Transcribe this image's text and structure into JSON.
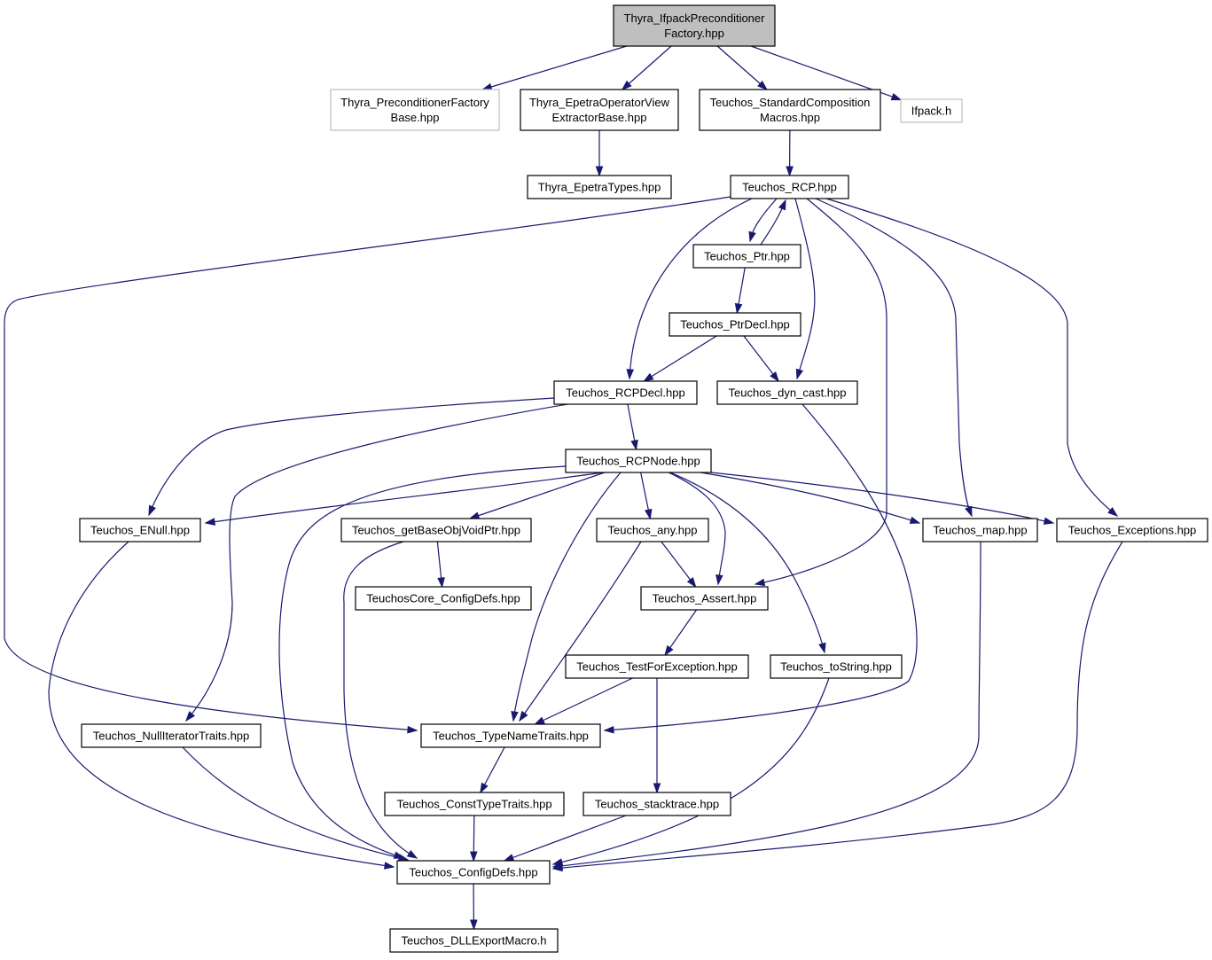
{
  "colors": {
    "edge": "#191970",
    "node_border": "#000000",
    "external_node_border": "#bfbfbf",
    "root_fill": "#bfbfbf",
    "background": "#ffffff"
  },
  "nodes": {
    "root": {
      "lines": [
        "Thyra_IfpackPreconditioner",
        "Factory.hpp"
      ],
      "kind": "root"
    },
    "precfactory": {
      "lines": [
        "Thyra_PreconditionerFactory",
        "Base.hpp"
      ],
      "kind": "external"
    },
    "opview": {
      "lines": [
        "Thyra_EpetraOperatorView",
        "ExtractorBase.hpp"
      ],
      "kind": "normal"
    },
    "stdcomp": {
      "lines": [
        "Teuchos_StandardComposition",
        "Macros.hpp"
      ],
      "kind": "normal"
    },
    "ifpack": {
      "lines": [
        "Ifpack.h"
      ],
      "kind": "external"
    },
    "epetratypes": {
      "lines": [
        "Thyra_EpetraTypes.hpp"
      ],
      "kind": "normal"
    },
    "rcp": {
      "lines": [
        "Teuchos_RCP.hpp"
      ],
      "kind": "normal"
    },
    "ptr": {
      "lines": [
        "Teuchos_Ptr.hpp"
      ],
      "kind": "normal"
    },
    "ptrdecl": {
      "lines": [
        "Teuchos_PtrDecl.hpp"
      ],
      "kind": "normal"
    },
    "rcpdecl": {
      "lines": [
        "Teuchos_RCPDecl.hpp"
      ],
      "kind": "normal"
    },
    "dyncast": {
      "lines": [
        "Teuchos_dyn_cast.hpp"
      ],
      "kind": "normal"
    },
    "rcpnode": {
      "lines": [
        "Teuchos_RCPNode.hpp"
      ],
      "kind": "normal"
    },
    "enull": {
      "lines": [
        "Teuchos_ENull.hpp"
      ],
      "kind": "normal"
    },
    "getbase": {
      "lines": [
        "Teuchos_getBaseObjVoidPtr.hpp"
      ],
      "kind": "normal"
    },
    "any": {
      "lines": [
        "Teuchos_any.hpp"
      ],
      "kind": "normal"
    },
    "map": {
      "lines": [
        "Teuchos_map.hpp"
      ],
      "kind": "normal"
    },
    "exceptions": {
      "lines": [
        "Teuchos_Exceptions.hpp"
      ],
      "kind": "normal"
    },
    "coreconfig": {
      "lines": [
        "TeuchosCore_ConfigDefs.hpp"
      ],
      "kind": "normal"
    },
    "assert": {
      "lines": [
        "Teuchos_Assert.hpp"
      ],
      "kind": "normal"
    },
    "testforexc": {
      "lines": [
        "Teuchos_TestForException.hpp"
      ],
      "kind": "normal"
    },
    "tostring": {
      "lines": [
        "Teuchos_toString.hpp"
      ],
      "kind": "normal"
    },
    "nulliter": {
      "lines": [
        "Teuchos_NullIteratorTraits.hpp"
      ],
      "kind": "normal"
    },
    "typename": {
      "lines": [
        "Teuchos_TypeNameTraits.hpp"
      ],
      "kind": "normal"
    },
    "consttype": {
      "lines": [
        "Teuchos_ConstTypeTraits.hpp"
      ],
      "kind": "normal"
    },
    "stacktrace": {
      "lines": [
        "Teuchos_stacktrace.hpp"
      ],
      "kind": "normal"
    },
    "configdefs": {
      "lines": [
        "Teuchos_ConfigDefs.hpp"
      ],
      "kind": "normal"
    },
    "dllexport": {
      "lines": [
        "Teuchos_DLLExportMacro.h"
      ],
      "kind": "normal"
    }
  },
  "edges": [
    [
      "root",
      "precfactory"
    ],
    [
      "root",
      "opview"
    ],
    [
      "root",
      "stdcomp"
    ],
    [
      "root",
      "ifpack"
    ],
    [
      "opview",
      "epetratypes"
    ],
    [
      "stdcomp",
      "rcp"
    ],
    [
      "rcp",
      "ptr"
    ],
    [
      "ptr",
      "rcp"
    ],
    [
      "rcp",
      "rcpdecl"
    ],
    [
      "rcp",
      "dyncast"
    ],
    [
      "rcp",
      "assert"
    ],
    [
      "rcp",
      "map"
    ],
    [
      "rcp",
      "exceptions"
    ],
    [
      "rcp",
      "typename"
    ],
    [
      "ptr",
      "ptrdecl"
    ],
    [
      "ptrdecl",
      "rcpdecl"
    ],
    [
      "ptrdecl",
      "dyncast"
    ],
    [
      "rcpdecl",
      "rcpnode"
    ],
    [
      "rcpdecl",
      "enull"
    ],
    [
      "rcpdecl",
      "nulliter"
    ],
    [
      "dyncast",
      "typename"
    ],
    [
      "rcpnode",
      "enull"
    ],
    [
      "rcpnode",
      "getbase"
    ],
    [
      "rcpnode",
      "any"
    ],
    [
      "rcpnode",
      "map"
    ],
    [
      "rcpnode",
      "exceptions"
    ],
    [
      "rcpnode",
      "assert"
    ],
    [
      "rcpnode",
      "tostring"
    ],
    [
      "rcpnode",
      "typename"
    ],
    [
      "rcpnode",
      "configdefs"
    ],
    [
      "getbase",
      "coreconfig"
    ],
    [
      "getbase",
      "configdefs"
    ],
    [
      "any",
      "assert"
    ],
    [
      "any",
      "typename"
    ],
    [
      "assert",
      "testforexc"
    ],
    [
      "testforexc",
      "typename"
    ],
    [
      "testforexc",
      "stacktrace"
    ],
    [
      "enull",
      "configdefs"
    ],
    [
      "map",
      "configdefs"
    ],
    [
      "exceptions",
      "configdefs"
    ],
    [
      "tostring",
      "configdefs"
    ],
    [
      "nulliter",
      "configdefs"
    ],
    [
      "typename",
      "consttype"
    ],
    [
      "consttype",
      "configdefs"
    ],
    [
      "stacktrace",
      "configdefs"
    ],
    [
      "configdefs",
      "dllexport"
    ]
  ]
}
